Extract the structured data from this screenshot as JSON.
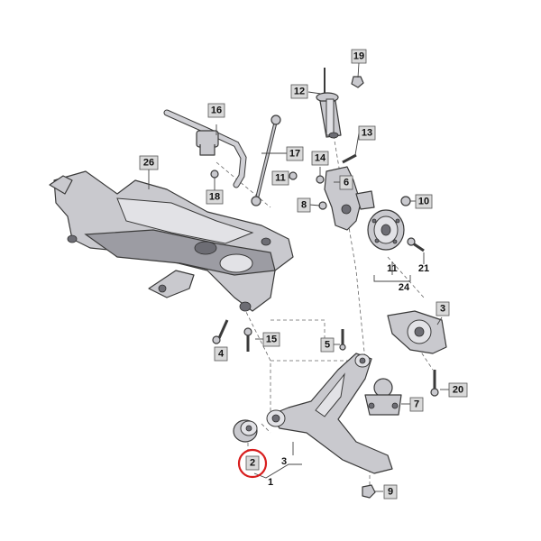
{
  "diagram": {
    "labels": {
      "p1": "1",
      "p2": "2",
      "p3": "3",
      "p3b": "3",
      "p4": "4",
      "p5": "5",
      "p6": "6",
      "p7": "7",
      "p8": "8",
      "p9": "9",
      "p10": "10",
      "p11": "11",
      "p12": "12",
      "p13": "13",
      "p14": "14",
      "p15": "15",
      "p16": "16",
      "p17": "17",
      "p18": "18",
      "p19": "19",
      "p20": "20",
      "p21": "21",
      "p24": "24",
      "p26": "26"
    },
    "highlighted_part": "2",
    "highlight_color": "#d81e1e",
    "part_fill_color": "#c9c9ce",
    "callout_box_color": "#d9d9d9"
  }
}
